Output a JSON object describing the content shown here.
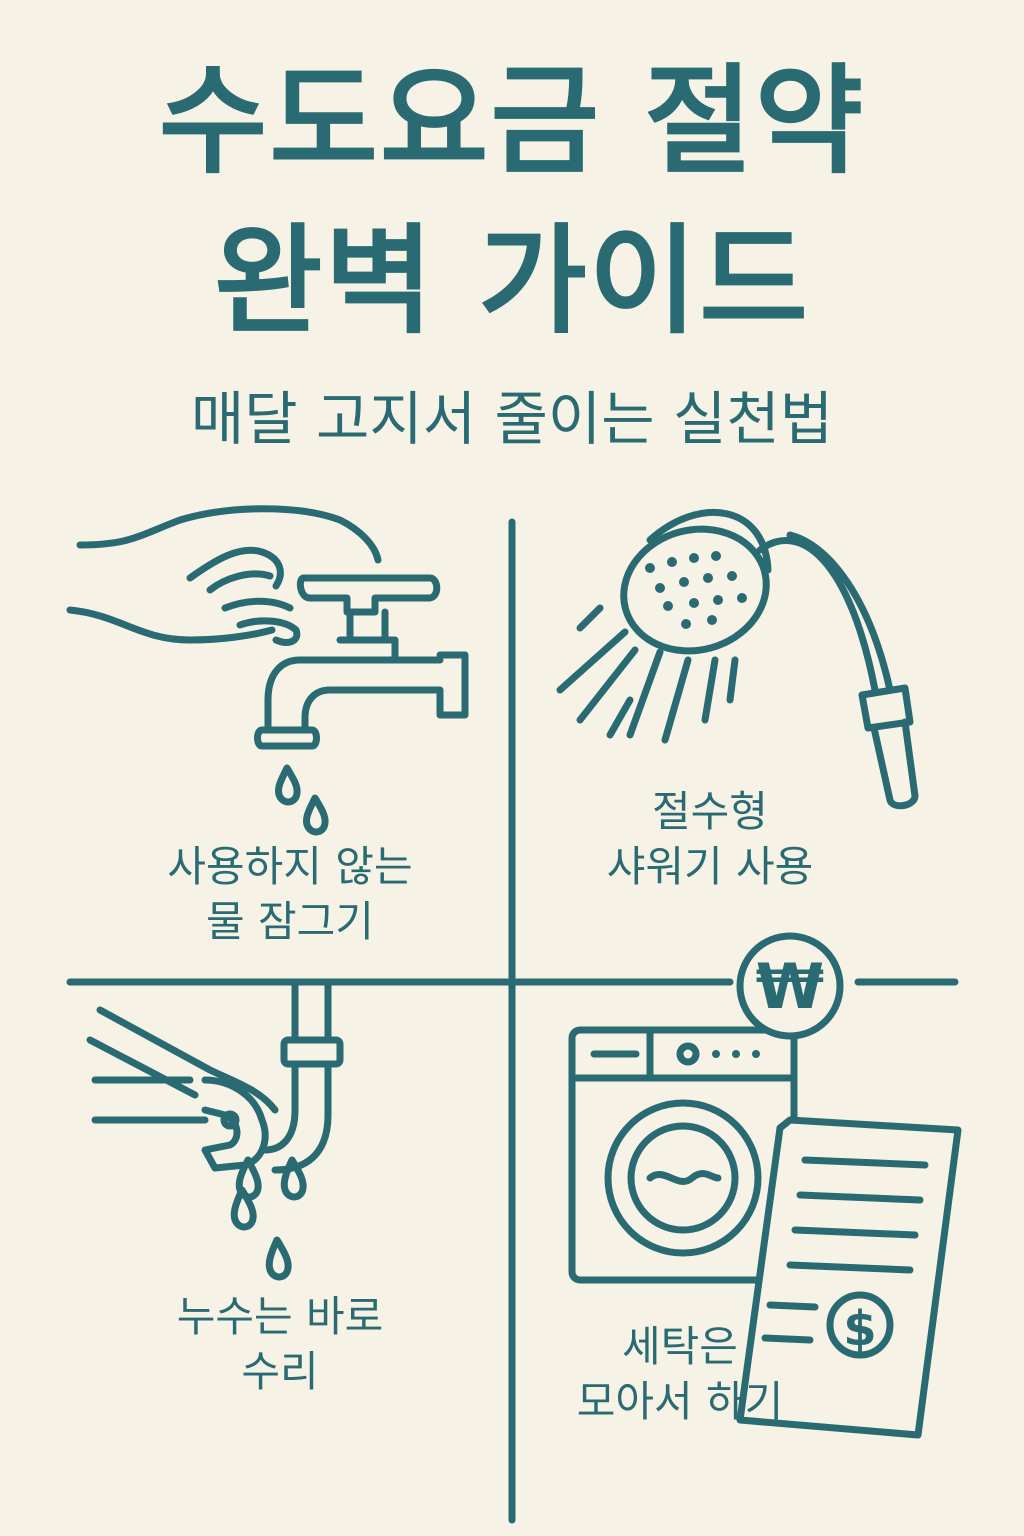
{
  "title": {
    "line1": "수도요금 절약",
    "line2": "완벽 가이드"
  },
  "subtitle": "매달 고지서 줄이는 실천법",
  "colors": {
    "background": "#f7f2e6",
    "ink": "#2a6b73"
  },
  "tips": [
    {
      "icon": "faucet-hand-icon",
      "line1": "사용하지 않는",
      "line2": "물 잠그기"
    },
    {
      "icon": "shower-head-icon",
      "line1": "절수형",
      "line2": "샤워기 사용"
    },
    {
      "icon": "wrench-pipe-icon",
      "line1": "누수는 바로",
      "line2": "수리"
    },
    {
      "icon": "washing-machine-icon",
      "line1": "세탁은",
      "line2": "모아서 하기"
    }
  ],
  "badges": {
    "won": "₩",
    "dollar": "$"
  }
}
